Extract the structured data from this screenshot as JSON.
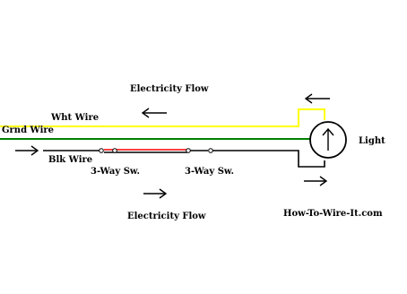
{
  "labels": {
    "flow_top": "Electricity Flow",
    "wht_wire": "Wht Wire",
    "grnd_wire": "Grnd Wire",
    "blk_wire": "Blk Wire",
    "switch_1": "3-Way Sw.",
    "switch_2": "3-Way Sw.",
    "flow_bottom": "Electricity Flow",
    "light": "Light",
    "watermark": "How-To-Wire-It.com"
  },
  "colors": {
    "white_wire": "#ffff00",
    "ground_wire": "#008000",
    "black_wire": "#000000",
    "traveler_wire": "#ff0000",
    "background": "#ffffff"
  },
  "icons": {
    "light": "light-fixture-icon",
    "flow_arrows": "arrow-icon"
  }
}
